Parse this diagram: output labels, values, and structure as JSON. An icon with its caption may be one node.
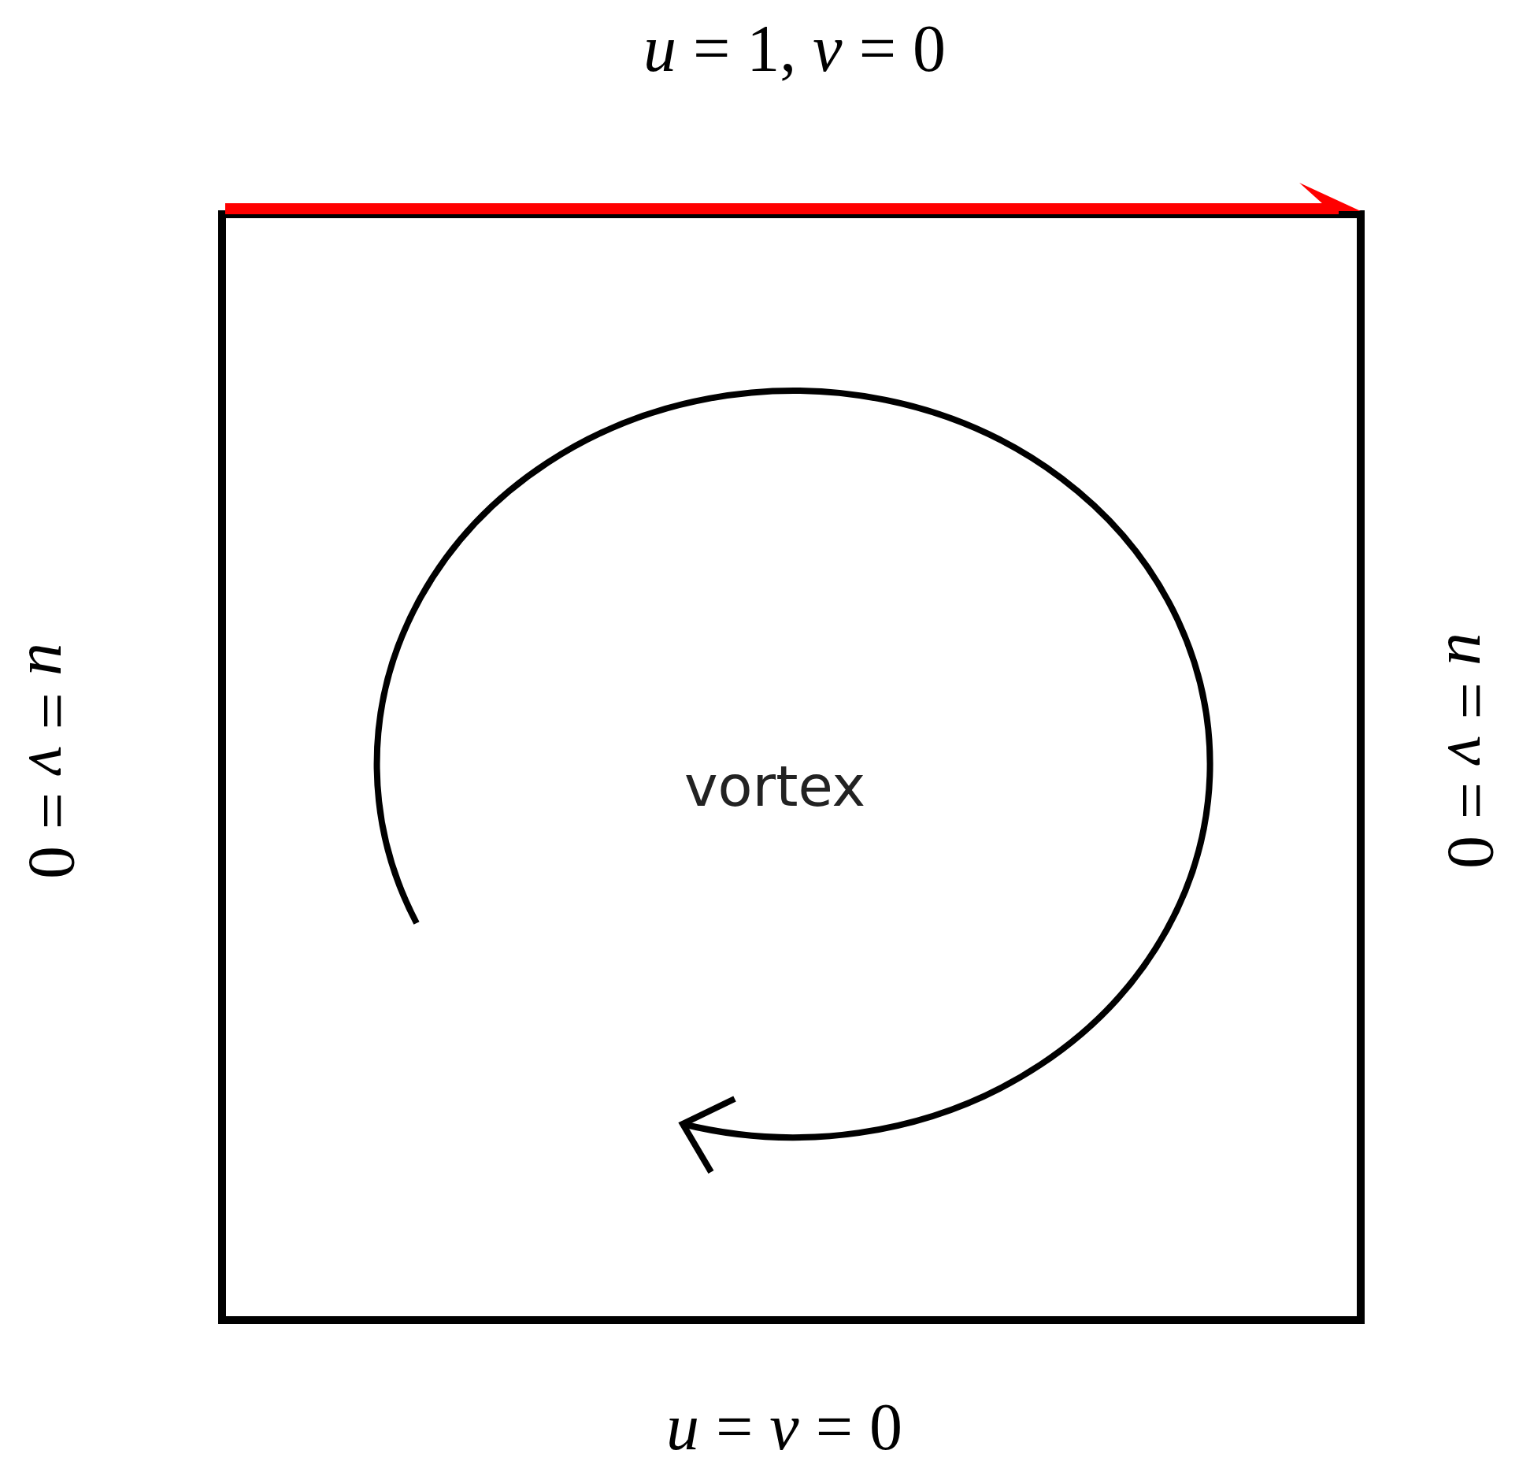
{
  "diagram": {
    "labels": [
      "*u* = 1, *v* = 0",
      "*u* = *v* = 0",
      "vortex",
      "*u* = *v* = 0",
      "*u* = *v* = 0"
    ]
  }
}
